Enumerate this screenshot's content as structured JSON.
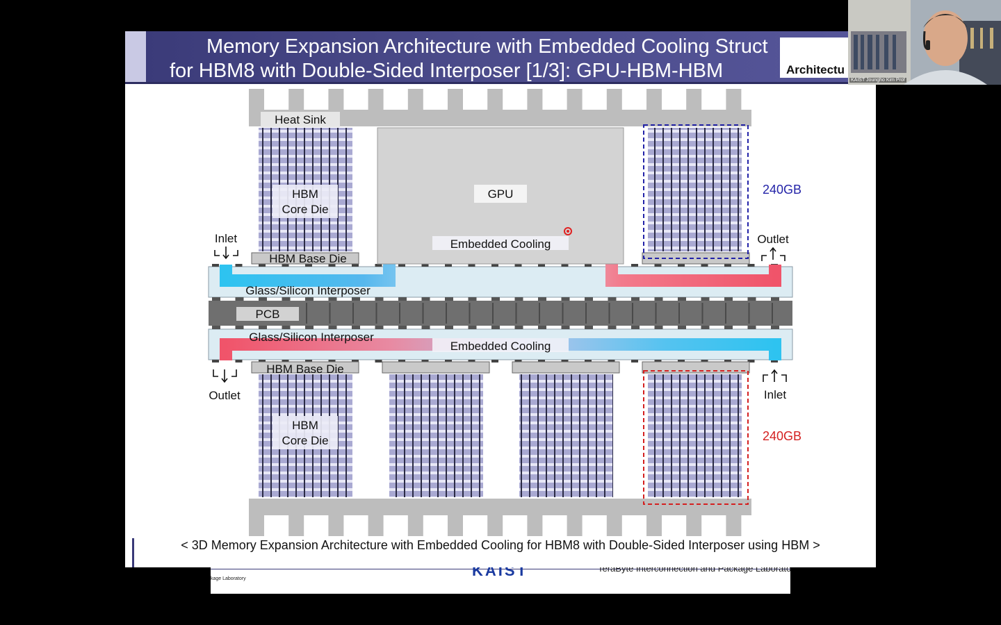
{
  "title": {
    "line1": "Memory Expansion Architecture with Embedded Cooling Struct",
    "line2": "for HBM8 with Double-Sided Interposer [1/3]: GPU-HBM-HBM",
    "tab": "Architectu"
  },
  "labels": {
    "heat_sink": "Heat Sink",
    "gpu": "GPU",
    "hbm_core_line1": "HBM",
    "hbm_core_line2": "Core Die",
    "hbm_base_die": "HBM Base Die",
    "embedded_cooling": "Embedded Cooling",
    "interposer": "Glass/Silicon Interposer",
    "pcb": "PCB",
    "inlet": "Inlet",
    "outlet": "Outlet",
    "capacity": "240GB"
  },
  "caption": "< 3D Memory Expansion Architecture with Embedded Cooling for HBM8 with Double-Sided Interposer using HBM >",
  "footer": {
    "left_lab": "kage Laboratory",
    "center_logo": "KAIST",
    "right_lab": "TeraByte Interconnection and Package Laboratory"
  },
  "webcam": {
    "name": "KAIST Joungho Kim Prof"
  },
  "colors": {
    "title_band": "#3d3d7c",
    "hbm_stack": "#a9a9d2",
    "cool_cold": "#2ec3f0",
    "cool_hot": "#f0546a",
    "capacity_top": "#2323a8",
    "capacity_bottom": "#d42020"
  }
}
